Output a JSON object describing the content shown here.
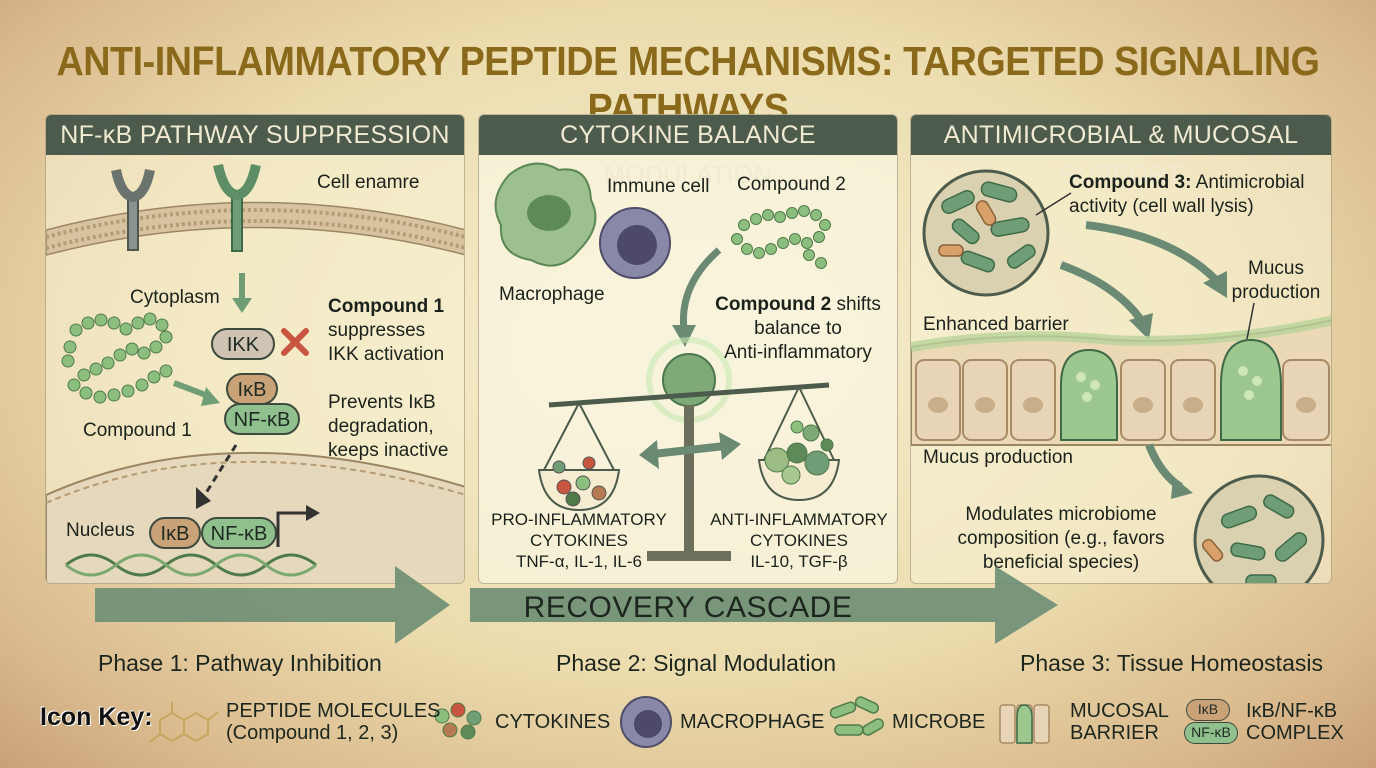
{
  "title": "ANTI-INFLAMMATORY PEPTIDE MECHANISMS: TARGETED SIGNALING PATHWAYS",
  "panels": {
    "nfkb": {
      "heading": "NF-κB PATHWAY SUPPRESSION",
      "cell_membrane": "Cell enamre",
      "cytoplasm": "Cytoplasm",
      "ikk": "IKK",
      "ikb": "IκB",
      "nfkb": "NF-κB",
      "compound_title": "Compound 1",
      "compound_text_1": "suppresses",
      "compound_text_2": "IKK activation",
      "compound_label": "Compound 1",
      "prevents_1": "Prevents IκB",
      "prevents_2": "degradation,",
      "prevents_3": "keeps inactive",
      "nucleus": "Nucleus"
    },
    "cytokine": {
      "heading": "CYTOKINE BALANCE MODULATION",
      "immune_cell": "Immune cell",
      "compound2": "Compound 2",
      "macrophage": "Macrophage",
      "shift_bold": "Compound 2",
      "shift_1": "shifts",
      "shift_2": "balance to",
      "shift_3": "Anti-inflammatory",
      "pro_1": "PRO-INFLAMMATORY",
      "pro_2": "CYTOKINES",
      "pro_3": "TNF-α, IL-1, IL-6",
      "anti_1": "ANTI-INFLAMMATORY",
      "anti_2": "CYTOKINES",
      "anti_3": "IL-10, TGF-β"
    },
    "antimicrobial": {
      "heading": "ANTIMICROBIAL & MUCOSAL SUPPORT",
      "compound3_bold": "Compound 3:",
      "compound3_1": "Antimicrobial",
      "compound3_2": "activity (cell wall lysis)",
      "mucus_top_1": "Mucus",
      "mucus_top_2": "production",
      "barrier": "Enhanced barrier",
      "mucus_bottom": "Mucus production",
      "micro_1": "Modulates microbiome",
      "micro_2": "composition (e.g., favors",
      "micro_3": "beneficial species)"
    }
  },
  "cascade": "RECOVERY CASCADE",
  "phases": [
    "Phase 1: Pathway Inhibition",
    "Phase 2: Signal Modulation",
    "Phase 3: Tissue Homeostasis"
  ],
  "key": {
    "title": "Icon Key:",
    "peptide_1": "PEPTIDE MOLECULES",
    "peptide_2": "(Compound 1, 2, 3)",
    "cytokines": "CYTOKINES",
    "macrophage": "MACROPHAGE",
    "microbe": "MICROBE",
    "mucosal_1": "MUCOSAL",
    "mucosal_2": "BARRIER",
    "complex_ikb": "IκB",
    "complex_nfkb": "NF-κB",
    "complex_1": "IκB/NF-κB",
    "complex_2": "COMPLEX"
  },
  "colors": {
    "header": "#4c5b4b",
    "green": "#6f9e76",
    "arrow": "#6a8a74",
    "title": "#8a6a1a"
  }
}
